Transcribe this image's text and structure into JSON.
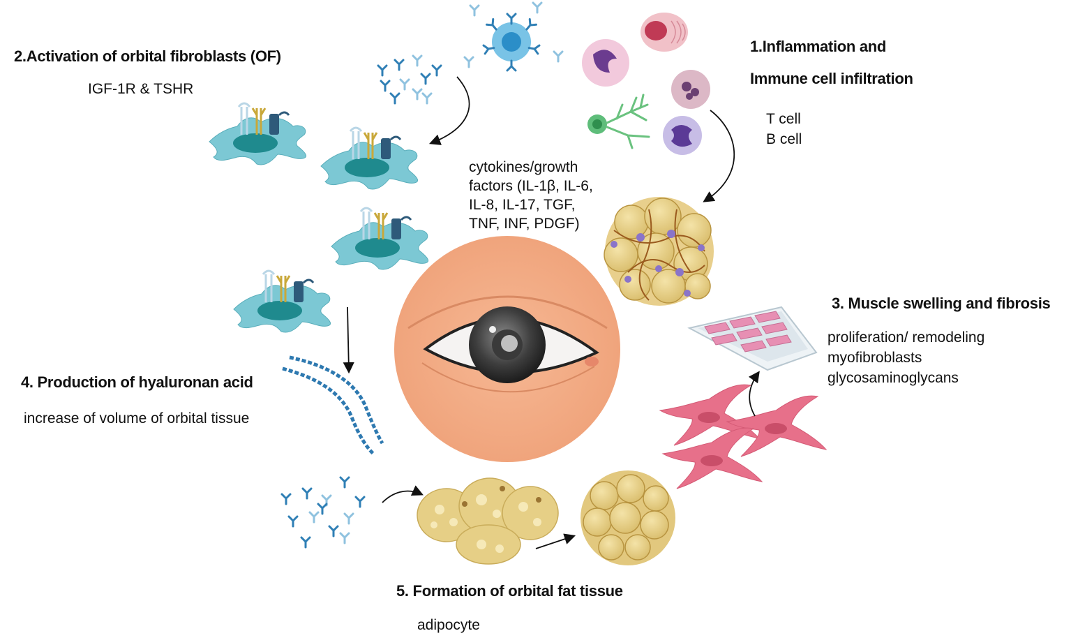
{
  "step1": {
    "title_line1": "1.Inflammation and",
    "title_line2": "Immune cell infiltration",
    "cell_t": "T cell",
    "cell_b": "B cell"
  },
  "step2": {
    "title": "2.Activation of orbital fibroblasts (OF)",
    "receptors": "IGF-1R & TSHR"
  },
  "cytokines": {
    "line1": "cytokines/growth",
    "line2": "factors (IL-1β, IL-6,",
    "line3": "IL-8, IL-17, TGF,",
    "line4": "TNF, INF, PDGF)"
  },
  "step3": {
    "title": "3. Muscle swelling and fibrosis",
    "line1": "proliferation/ remodeling",
    "line2": "myofibroblasts",
    "line3": "glycosaminoglycans"
  },
  "step4": {
    "title": "4. Production of hyaluronan acid",
    "detail": "increase of volume of orbital tissue"
  },
  "step5": {
    "title": "5. Formation of orbital fat tissue",
    "detail": "adipocyte"
  },
  "colors": {
    "fibroblast": "#7cc8d4",
    "nucleus": "#1f8a8e",
    "fat": "#e6cf86",
    "skin": "#f3ad86",
    "myofibroblast": "#e7708a",
    "antibody": "#2f7fb5",
    "hyaluronan": "#2e79b0"
  }
}
